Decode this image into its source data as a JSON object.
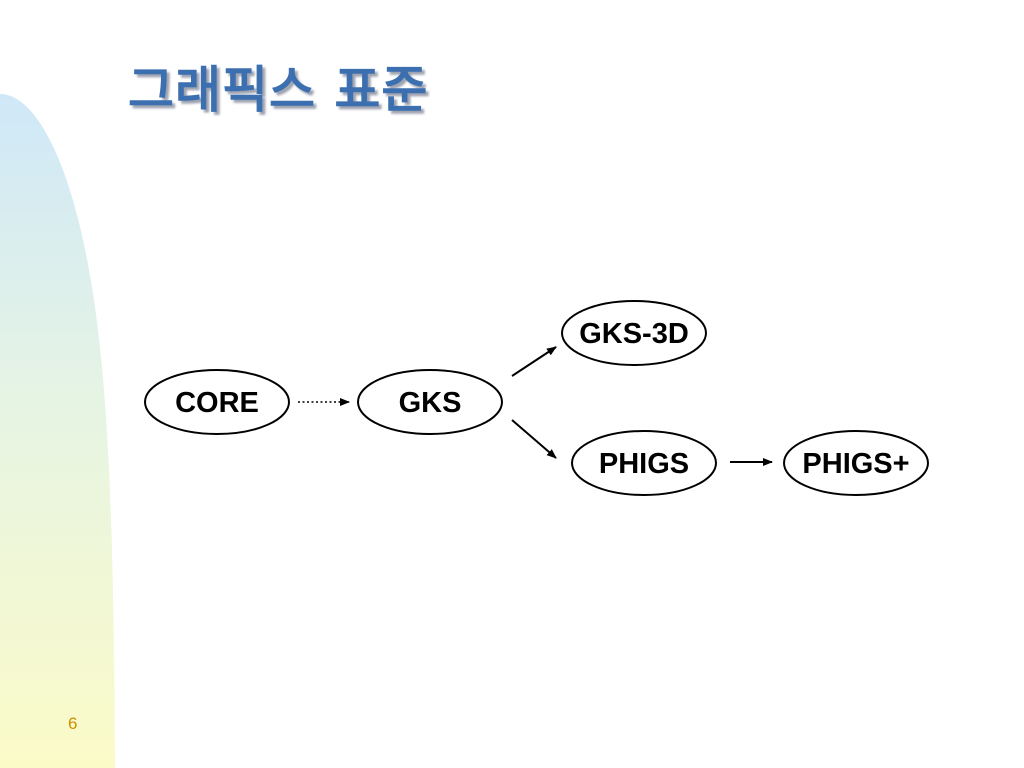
{
  "slide": {
    "title": "그래픽스 표준",
    "page_number": "6"
  },
  "diagram": {
    "nodes": {
      "core": "CORE",
      "gks": "GKS",
      "gks_3d": "GKS-3D",
      "phigs": "PHIGS",
      "phigs_plus": "PHIGS+"
    },
    "edges": [
      {
        "from": "CORE",
        "to": "GKS",
        "style": "dotted"
      },
      {
        "from": "GKS",
        "to": "GKS-3D",
        "style": "solid"
      },
      {
        "from": "GKS",
        "to": "PHIGS",
        "style": "solid"
      },
      {
        "from": "PHIGS",
        "to": "PHIGS+",
        "style": "solid"
      }
    ]
  },
  "colors": {
    "title": "#3c6fb0",
    "band_top": "#cfe8f8",
    "band_bottom": "#fbfbc8",
    "page_number": "#cc8f00",
    "node_stroke": "#000000"
  }
}
